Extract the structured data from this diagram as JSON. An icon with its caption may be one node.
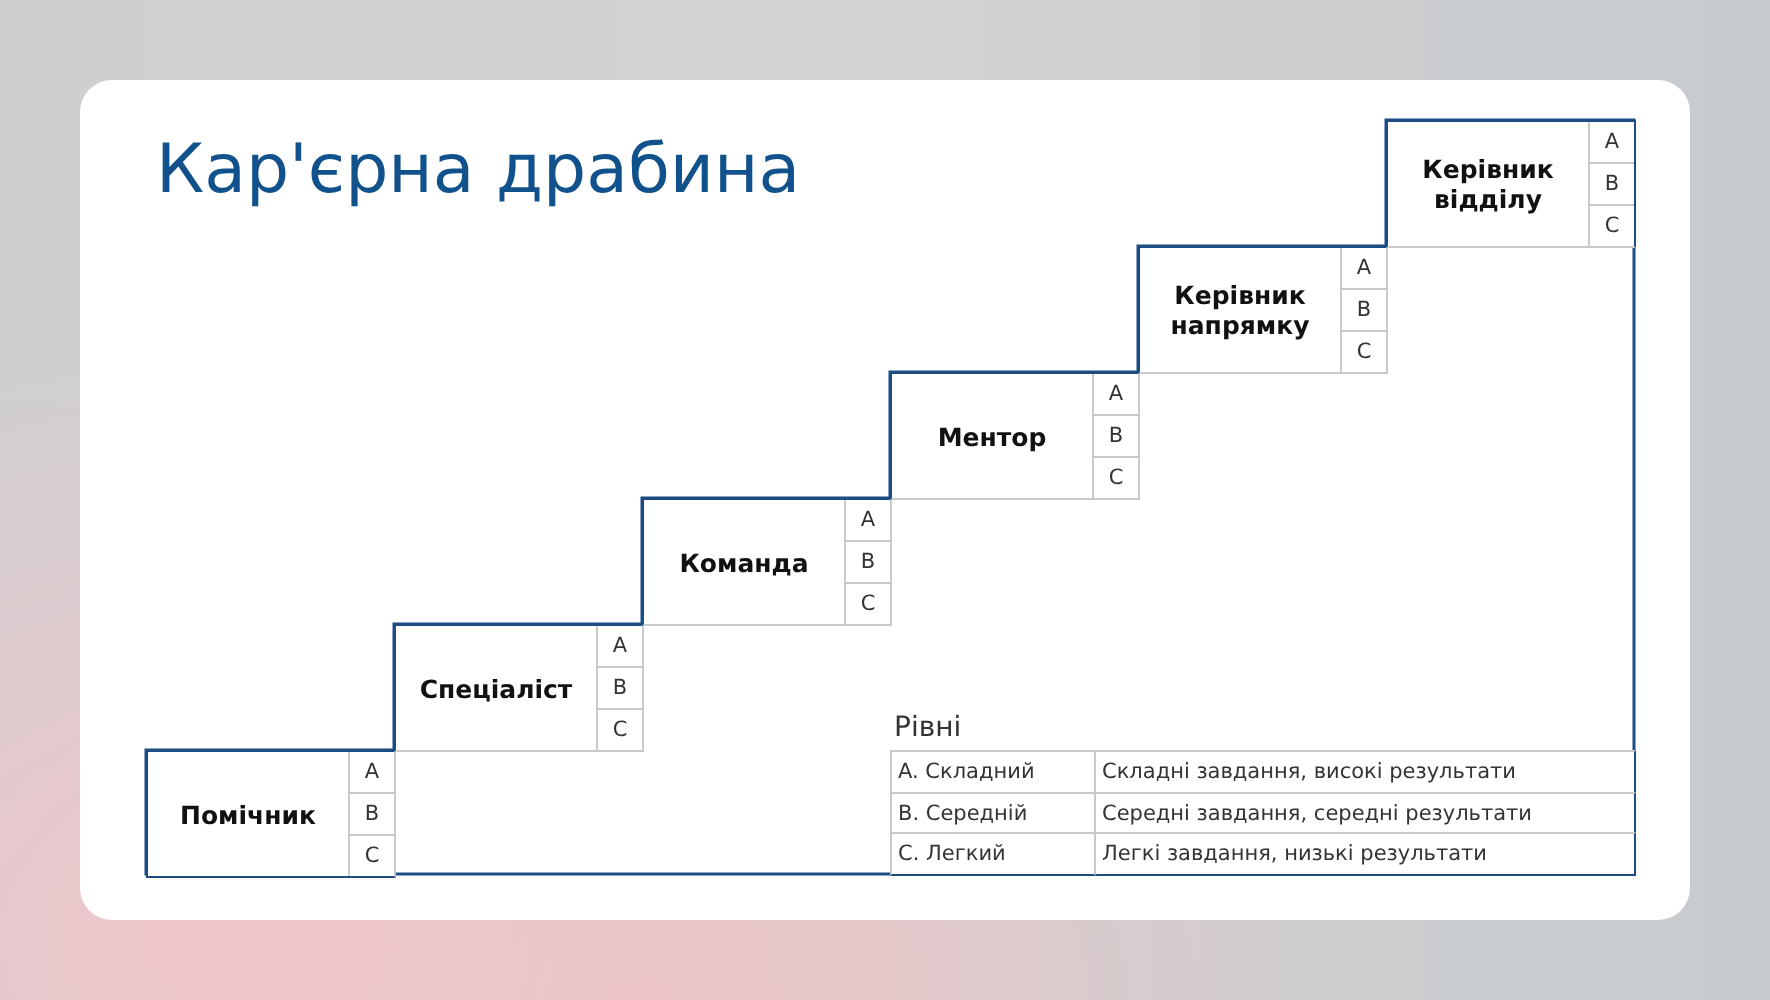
{
  "diagram": {
    "title": "Кар'єрна драбина",
    "nodes": [
      {
        "text": [
          "Помічник"
        ]
      },
      {
        "text": [
          "A"
        ],
        "in": 0
      },
      {
        "text": [
          "B"
        ],
        "in": 0
      },
      {
        "text": [
          "C"
        ],
        "in": 0
      },
      {
        "text": [
          "Спеціаліст"
        ]
      },
      {
        "text": [
          "A"
        ],
        "in": 4
      },
      {
        "text": [
          "B"
        ],
        "in": 4
      },
      {
        "text": [
          "C"
        ],
        "in": 4
      },
      {
        "text": [
          "Команда"
        ]
      },
      {
        "text": [
          "A"
        ],
        "in": 8
      },
      {
        "text": [
          "B"
        ],
        "in": 8
      },
      {
        "text": [
          "C"
        ],
        "in": 8
      },
      {
        "text": [
          "Ментор"
        ]
      },
      {
        "text": [
          "A"
        ],
        "in": 12
      },
      {
        "text": [
          "B"
        ],
        "in": 12
      },
      {
        "text": [
          "C"
        ],
        "in": 12
      },
      {
        "text": [
          "Керівник напрямку"
        ]
      },
      {
        "text": [
          "A"
        ],
        "in": 16
      },
      {
        "text": [
          "B"
        ],
        "in": 16
      },
      {
        "text": [
          "C"
        ],
        "in": 16
      },
      {
        "text": [
          "Керівник відділу"
        ]
      },
      {
        "text": [
          "A"
        ],
        "in": 20
      },
      {
        "text": [
          "B"
        ],
        "in": 20
      },
      {
        "text": [
          "C"
        ],
        "in": 20
      }
    ],
    "labels": [
      "Рівні",
      "A. Складний",
      "Складні завдання, високі результати",
      "B. Середній",
      "Середні завдання, середні результати",
      "C. Легкий",
      "Легкі завдання, низькі результати"
    ]
  }
}
